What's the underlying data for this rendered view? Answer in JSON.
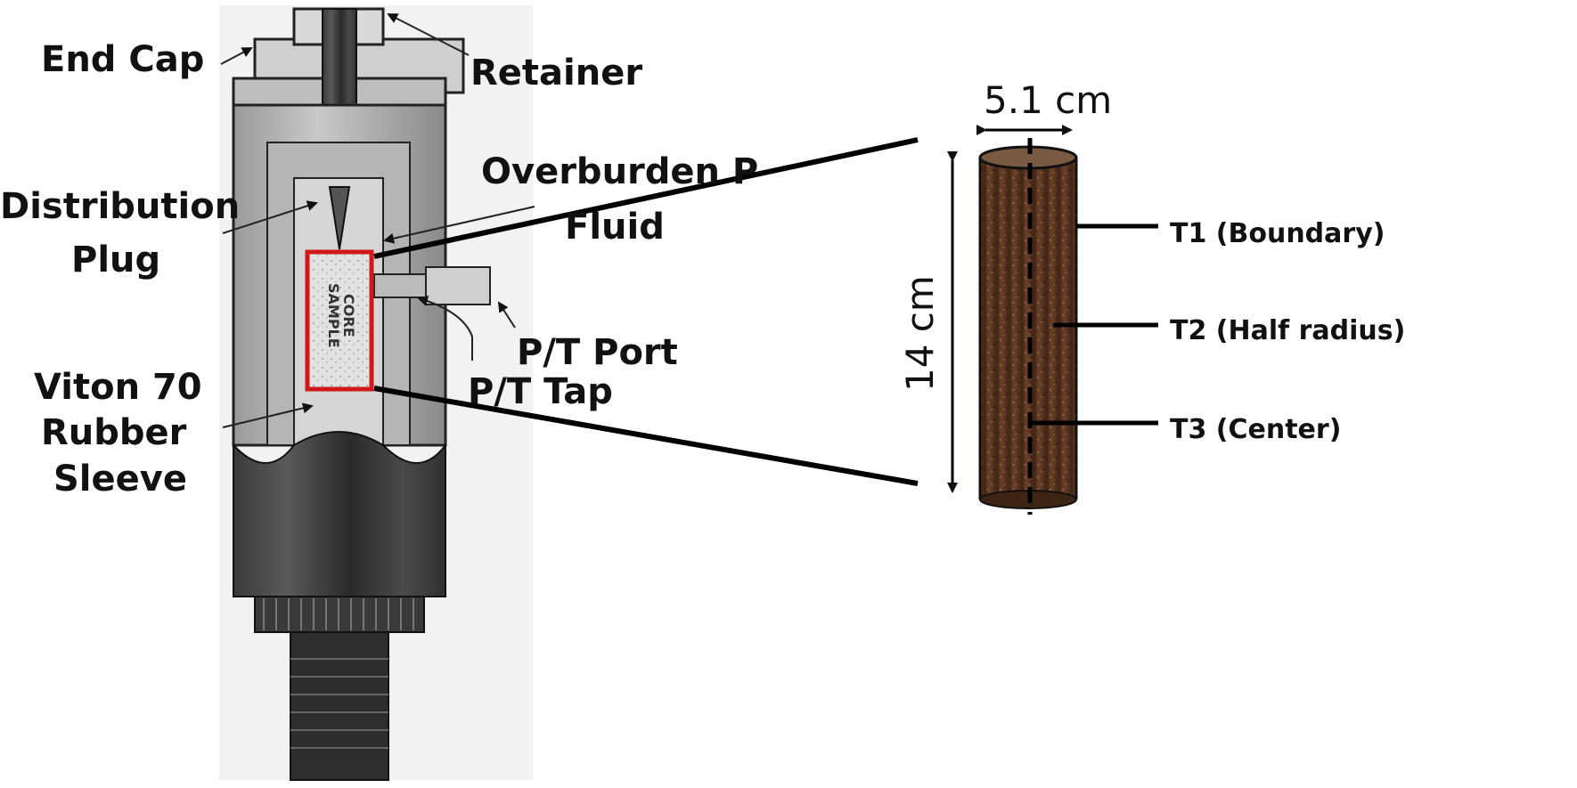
{
  "apparatus": {
    "end_cap": "End Cap",
    "retainer": "Retainer",
    "distribution_line1": "Distribution",
    "distribution_line2": "Plug",
    "overburden_line1": "Overburden P",
    "overburden_line2": "Fluid",
    "pt_port": "P/T Port",
    "pt_tap": "P/T Tap",
    "viton_line1": "Viton 70",
    "viton_line2": "Rubber",
    "viton_line3": "Sleeve",
    "core_line1": "CORE",
    "core_line2": "SAMPLE"
  },
  "core_sample": {
    "diameter": "5.1 cm",
    "length": "14 cm",
    "sensors": [
      "T1 (Boundary)",
      "T2 (Half radius)",
      "T3 (Center)"
    ]
  },
  "colors": {
    "highlight": "#d01818",
    "core": "#5a3520",
    "ink": "#111111"
  }
}
